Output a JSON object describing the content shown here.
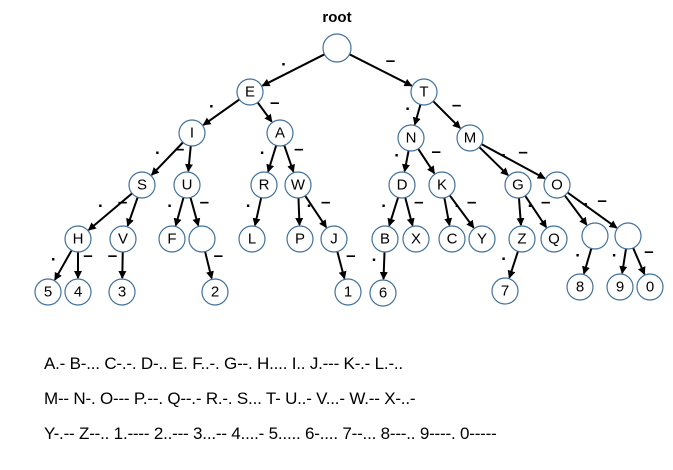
{
  "diagram": {
    "root_label": "root",
    "nodes": [
      {
        "id": "root",
        "label": "",
        "parent": null
      },
      {
        "id": "E",
        "label": "E",
        "parent": "root",
        "symbol": "."
      },
      {
        "id": "T",
        "label": "T",
        "parent": "root",
        "symbol": "–"
      },
      {
        "id": "I",
        "label": "I",
        "parent": "E",
        "symbol": "."
      },
      {
        "id": "A",
        "label": "A",
        "parent": "E",
        "symbol": "–"
      },
      {
        "id": "N",
        "label": "N",
        "parent": "T",
        "symbol": "."
      },
      {
        "id": "M",
        "label": "M",
        "parent": "T",
        "symbol": "–"
      },
      {
        "id": "S",
        "label": "S",
        "parent": "I",
        "symbol": "."
      },
      {
        "id": "U",
        "label": "U",
        "parent": "I",
        "symbol": "–"
      },
      {
        "id": "R",
        "label": "R",
        "parent": "A",
        "symbol": "."
      },
      {
        "id": "W",
        "label": "W",
        "parent": "A",
        "symbol": "–"
      },
      {
        "id": "D",
        "label": "D",
        "parent": "N",
        "symbol": "."
      },
      {
        "id": "K",
        "label": "K",
        "parent": "N",
        "symbol": "–"
      },
      {
        "id": "G",
        "label": "G",
        "parent": "M",
        "symbol": "."
      },
      {
        "id": "O",
        "label": "O",
        "parent": "M",
        "symbol": "–"
      },
      {
        "id": "H",
        "label": "H",
        "parent": "S",
        "symbol": "."
      },
      {
        "id": "V",
        "label": "V",
        "parent": "S",
        "symbol": "–"
      },
      {
        "id": "F",
        "label": "F",
        "parent": "U",
        "symbol": "."
      },
      {
        "id": "U_dash",
        "label": "",
        "parent": "U",
        "symbol": "–"
      },
      {
        "id": "L",
        "label": "L",
        "parent": "R",
        "symbol": "."
      },
      {
        "id": "P",
        "label": "P",
        "parent": "W",
        "symbol": "."
      },
      {
        "id": "J",
        "label": "J",
        "parent": "W",
        "symbol": "–"
      },
      {
        "id": "B",
        "label": "B",
        "parent": "D",
        "symbol": "."
      },
      {
        "id": "X",
        "label": "X",
        "parent": "D",
        "symbol": "–"
      },
      {
        "id": "C",
        "label": "C",
        "parent": "K",
        "symbol": "."
      },
      {
        "id": "Y",
        "label": "Y",
        "parent": "K",
        "symbol": "–"
      },
      {
        "id": "Z",
        "label": "Z",
        "parent": "G",
        "symbol": "."
      },
      {
        "id": "Q",
        "label": "Q",
        "parent": "G",
        "symbol": "–"
      },
      {
        "id": "O_dot",
        "label": "",
        "parent": "O",
        "symbol": "."
      },
      {
        "id": "O_dash",
        "label": "",
        "parent": "O",
        "symbol": "–"
      },
      {
        "id": "5",
        "label": "5",
        "parent": "H",
        "symbol": "."
      },
      {
        "id": "4",
        "label": "4",
        "parent": "H",
        "symbol": "–"
      },
      {
        "id": "3",
        "label": "3",
        "parent": "V",
        "symbol": "–"
      },
      {
        "id": "2",
        "label": "2",
        "parent": "U_dash",
        "symbol": "–"
      },
      {
        "id": "1",
        "label": "1",
        "parent": "J",
        "symbol": "–"
      },
      {
        "id": "6",
        "label": "6",
        "parent": "B",
        "symbol": "."
      },
      {
        "id": "7",
        "label": "7",
        "parent": "Z",
        "symbol": "."
      },
      {
        "id": "8",
        "label": "8",
        "parent": "O_dot",
        "symbol": "."
      },
      {
        "id": "9",
        "label": "9",
        "parent": "O_dash",
        "symbol": "."
      },
      {
        "id": "0",
        "label": "0",
        "parent": "O_dash",
        "symbol": "–"
      }
    ]
  },
  "code_lines": [
    "A.- B-... C-.-. D-.. E. F..-. G--. H.... I.. J.--- K-.- L.-..",
    "M-- N-. O--- P.--. Q--.- R.-. S... T- U..- V...- W.-- X-..-",
    "Y-.-- Z--.. 1.---- 2..--- 3...-- 4....- 5..... 6-.... 7--... 8---.. 9----. 0-----"
  ]
}
